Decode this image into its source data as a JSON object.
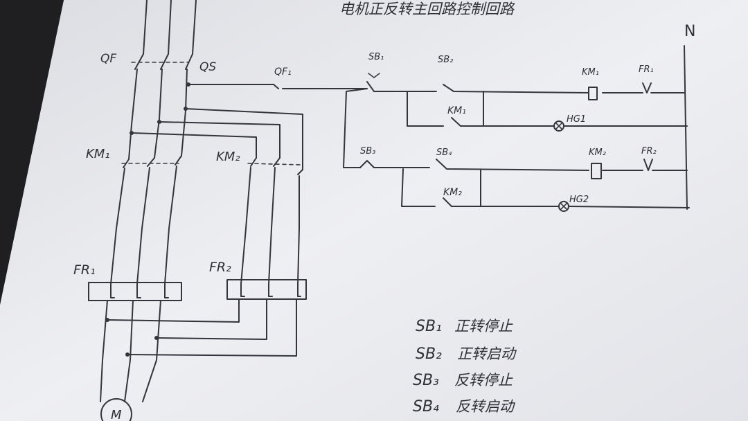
{
  "title": "电机正反转主回路控制回路",
  "labels": {
    "neutral": "N",
    "qf": "QF",
    "qs": "QS",
    "qf1": "QF₁",
    "km1": "KM₁",
    "km2": "KM₂",
    "fr1": "FR₁",
    "fr2": "FR₂",
    "sb1": "SB₁",
    "sb2": "SB₂",
    "sb3": "SB₃",
    "sb4": "SB₄",
    "km1_coil": "KM₁",
    "fr1_contact": "FR₁",
    "km1_hold": "KM₁",
    "hg1": "HG1",
    "km2_coil": "KM₂",
    "fr2_contact": "FR₂",
    "km2_hold": "KM₂",
    "hg2": "HG2",
    "motor": "M"
  },
  "legend": [
    {
      "code": "SB₁",
      "text": "正转停止"
    },
    {
      "code": "SB₂",
      "text": "正转启动"
    },
    {
      "code": "SB₃",
      "text": "反转停止"
    },
    {
      "code": "SB₄",
      "text": "反转启动"
    }
  ],
  "colors": {
    "paper": "#e9eaee",
    "ink": "#34343c",
    "background": "#1f1f22"
  }
}
